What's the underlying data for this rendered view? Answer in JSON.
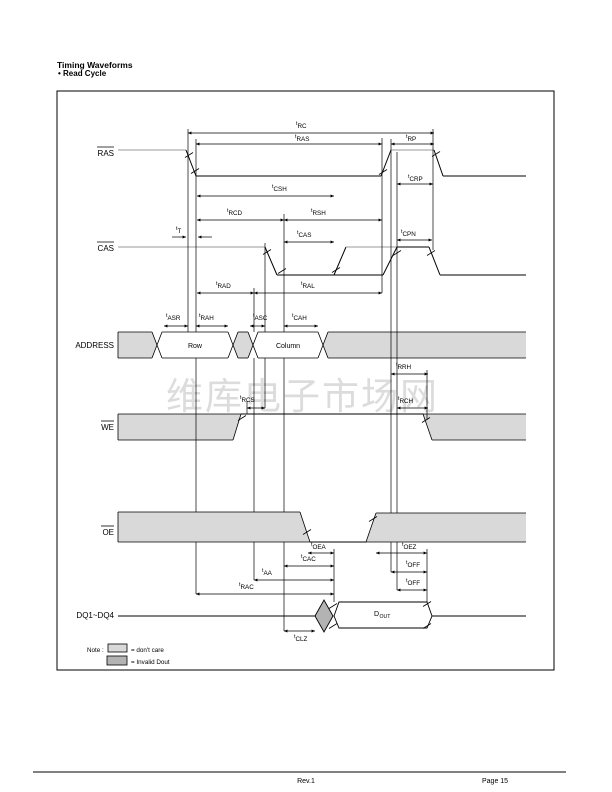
{
  "title": "Timing Waveforms",
  "subtitle": "• Read Cycle",
  "watermark": "维库电子市场网",
  "prefix": {
    "t": "t",
    "d": "D"
  },
  "signals": {
    "ras": "RAS",
    "cas": "CAS",
    "address": "ADDRESS",
    "we": "WE",
    "oe": "OE",
    "dq": "DQ1~DQ4"
  },
  "bus": {
    "row": "Row",
    "column": "Column",
    "dout_sub": "OUT"
  },
  "timing": {
    "rc": "RC",
    "ras": "RAS",
    "rp": "RP",
    "crp": "CRP",
    "csh": "CSH",
    "rcd": "RCD",
    "rsh": "RSH",
    "cas": "CAS",
    "cpn": "CPN",
    "tt": "T",
    "rad": "RAD",
    "ral": "RAL",
    "asr": "ASR",
    "rah": "RAH",
    "asc": "ASC",
    "cah": "CAH",
    "rrh": "RRH",
    "rcs": "RCS",
    "rch": "RCH",
    "oea": "OEA",
    "oez": "OEZ",
    "cac": "CAC",
    "off1": "OFF",
    "off2": "OFF",
    "aa": "AA",
    "rac": "RAC",
    "clz": "CLZ"
  },
  "note": {
    "label": "Note :",
    "dont_care": "= don't care",
    "invalid": "= Invalid Dout"
  },
  "footer": {
    "rev": "Rev.1",
    "page": "Page 15"
  },
  "colors": {
    "dont_care": "#d9d9d9",
    "invalid": "#b3b3b3",
    "line_gray": "#9a9a9a"
  }
}
